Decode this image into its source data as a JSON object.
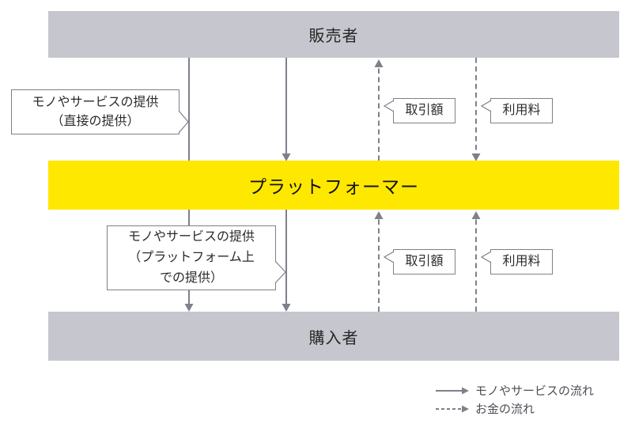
{
  "diagram": {
    "bars": {
      "seller": {
        "label": "販売者"
      },
      "platformer": {
        "label": "プラットフォーマー"
      },
      "buyer": {
        "label": "購入者"
      }
    },
    "flow_labels": {
      "direct_provision": "モノやサービスの提供\n（直接の提供）",
      "platform_provision": "モノやサービスの提供\n（プラットフォーム上\nでの提供）",
      "transaction_amount_top": "取引額",
      "usage_fee_top": "利用料",
      "transaction_amount_bottom": "取引額",
      "usage_fee_bottom": "利用料"
    },
    "legend": {
      "items": [
        {
          "label": "モノやサービスの流れ",
          "line_style": "solid"
        },
        {
          "label": "お金の流れ",
          "line_style": "dashed"
        }
      ]
    },
    "colors": {
      "bar_gray": "#c6c7ce",
      "bar_yellow": "#ffe800",
      "line_gray": "#7f8089",
      "callout_border": "#7f8089",
      "bar_text": "#262626",
      "legend_text": "#4d4e55"
    }
  }
}
